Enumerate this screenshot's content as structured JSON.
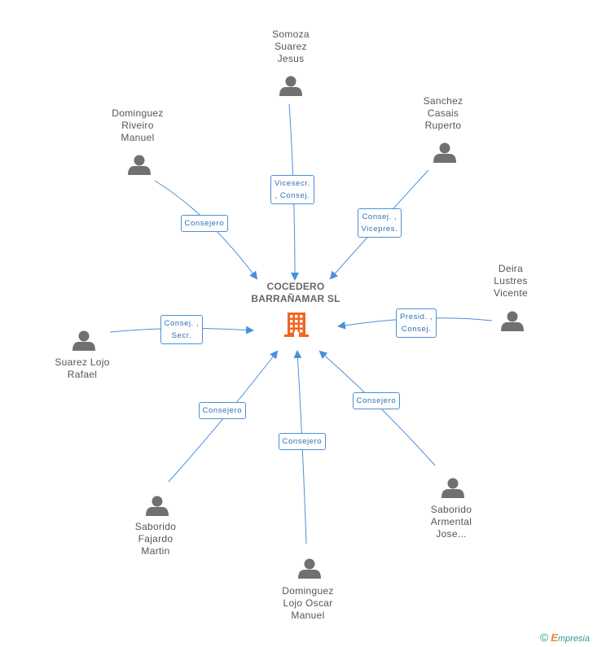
{
  "company": {
    "name": "COCEDERO\nBARRAÑAMAR SL"
  },
  "people": [
    {
      "name": "Somoza\nSuarez\nJesus",
      "role": "Vicesecr.\n, Consej."
    },
    {
      "name": "Sanchez\nCasais\nRuperto",
      "role": "Consej. ,\nVicepres."
    },
    {
      "name": "Dominguez\nRiveiro\nManuel",
      "role": "Consejero"
    },
    {
      "name": "Deira\nLustres\nVicente",
      "role": "Presid. ,\nConsej."
    },
    {
      "name": "Suarez Lojo\nRafael",
      "role": "Consej. ,\nSecr."
    },
    {
      "name": "Saborido\nFajardo\nMartin",
      "role": "Consejero"
    },
    {
      "name": "Dominguez\nLojo Oscar\nManuel",
      "role": "Consejero"
    },
    {
      "name": "Saborido\nArmental\nJose...",
      "role": "Consejero"
    }
  ],
  "footer": {
    "copyright_symbol": "©",
    "brand_initial": "E",
    "brand_rest": "mpresia"
  },
  "colors": {
    "edge": "#4a90d9",
    "person_icon": "#707070",
    "company_icon": "#f26522"
  }
}
